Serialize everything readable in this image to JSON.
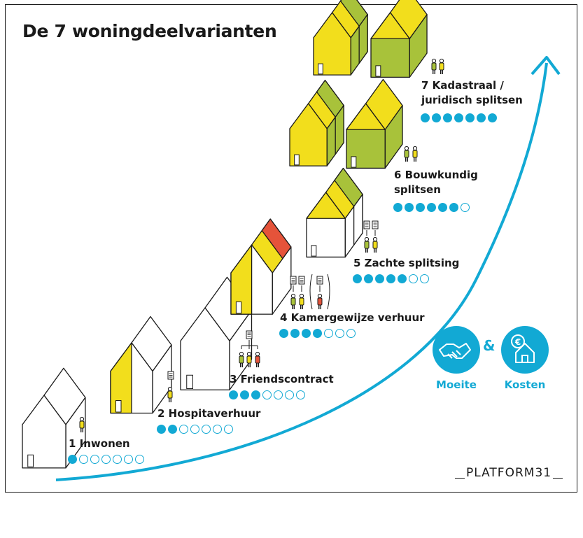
{
  "title": "De 7 woningdeelvarianten",
  "colors": {
    "blue": "#12a9d4",
    "yellow": "#f2de1c",
    "green": "#a8c23a",
    "red": "#e5533a",
    "ink": "#1a1a1a"
  },
  "variants": [
    {
      "number": 1,
      "lines": [
        "1 Inwonen"
      ],
      "effort_level": 1,
      "effort_max": 7
    },
    {
      "number": 2,
      "lines": [
        "2 Hospitaverhuur"
      ],
      "effort_level": 2,
      "effort_max": 7
    },
    {
      "number": 3,
      "lines": [
        "3 Friendscontract"
      ],
      "effort_level": 3,
      "effort_max": 7
    },
    {
      "number": 4,
      "lines": [
        "4 Kamergewijze verhuur"
      ],
      "effort_level": 4,
      "effort_max": 7
    },
    {
      "number": 5,
      "lines": [
        "5 Zachte splitsing"
      ],
      "effort_level": 5,
      "effort_max": 7
    },
    {
      "number": 6,
      "lines": [
        "6 Bouwkundig",
        "splitsen"
      ],
      "effort_level": 6,
      "effort_max": 7
    },
    {
      "number": 7,
      "lines": [
        "7 Kadastraal /",
        "juridisch splitsen"
      ],
      "effort_level": 7,
      "effort_max": 7
    }
  ],
  "legend": {
    "effort_label": "Moeite",
    "ampersand": "&",
    "cost_label": "Kosten"
  },
  "logo": "PLATFORM31",
  "icons": [
    "handshake-icon",
    "euro-house-icon",
    "person-icon",
    "contract-icon",
    "house-icon",
    "curve-arrow-icon"
  ]
}
